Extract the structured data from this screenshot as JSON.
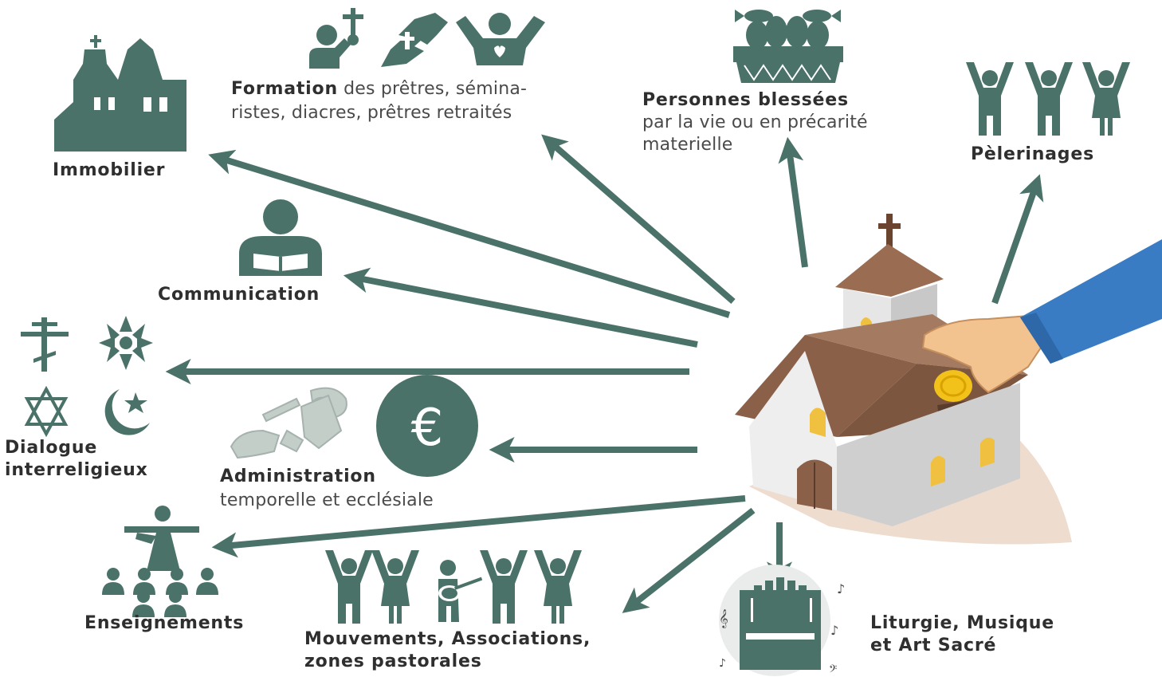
{
  "theme": {
    "icon_color": "#4a7269",
    "roof_color": "#8a6048",
    "wall_color": "#d9d9d9",
    "coin_color": "#f2c21b",
    "sleeve_color": "#3a7cc4",
    "skin_color": "#f2c28f"
  },
  "labels": {
    "immobilier": "Immobilier",
    "formation_bold": "Formation",
    "formation_rest": "des prêtres, sémina-",
    "formation_line2": "ristes, diacres, prêtres retraités",
    "blessees_bold": "Personnes blessées",
    "blessees_line2": "par la vie ou en précarité",
    "blessees_line3": "materielle",
    "pelerinages": "Pèlerinages",
    "communication": "Communication",
    "dialogue_line1": "Dialogue",
    "dialogue_line2": "interreligieux",
    "administration_bold": "Administration",
    "administration_line2": "temporelle et ecclésiale",
    "enseignements": "Enseignements",
    "mouvements_line1": "Mouvements, Associations,",
    "mouvements_line2": "zones pastorales",
    "liturgie_line1": "Liturgie, Musique",
    "liturgie_line2": "et Art Sacré"
  },
  "icons": {
    "euro_symbol": "€",
    "music_note": "♪",
    "treble_clef": "𝄞",
    "bass_clef": "𝄢"
  }
}
